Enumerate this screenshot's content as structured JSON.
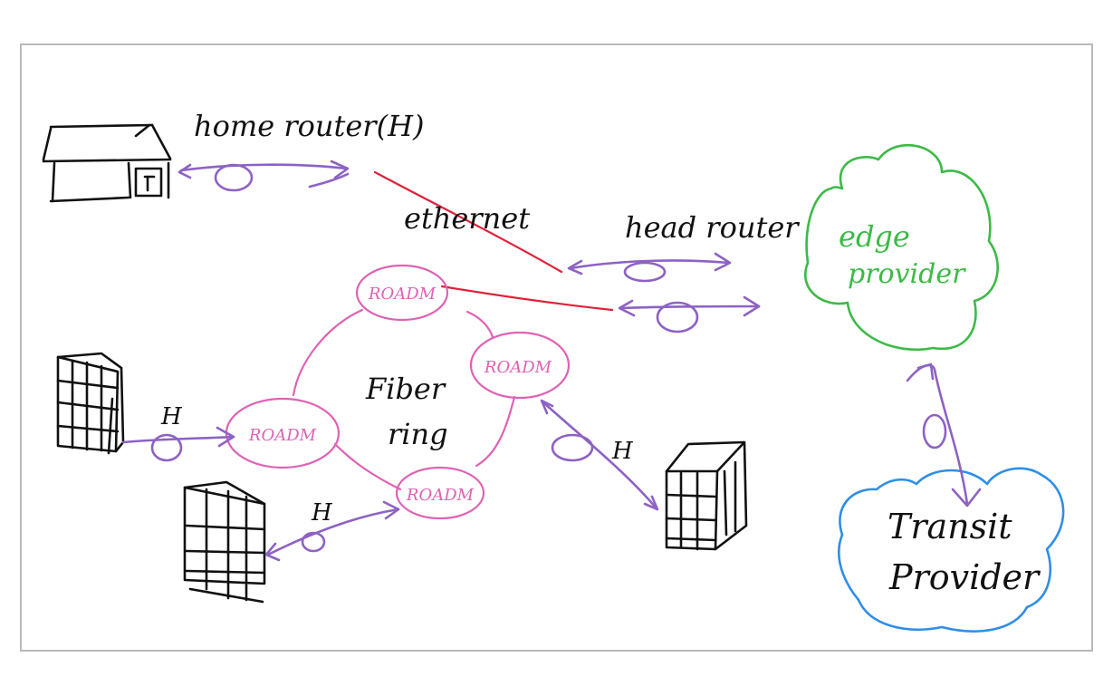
{
  "labels": {
    "home_router": "home router(H)",
    "ethernet": "ethernet",
    "head_router": "head router",
    "fiber_ring_line1": "Fiber",
    "fiber_ring_line2": "ring",
    "edge_provider_line1": "edge",
    "edge_provider_line2": "provider",
    "transit_provider_line1": "Transit",
    "transit_provider_line2": "Provider",
    "h_left": "H",
    "h_bottom": "H",
    "h_right": "H"
  },
  "roadm_nodes": [
    "ROADM",
    "ROADM",
    "ROADM",
    "ROADM"
  ],
  "colors": {
    "router_link": "#8d62c4",
    "roadm": "#df62b5",
    "ethernet_link": "#e0203a",
    "edge_provider": "#3cba47",
    "transit_provider": "#2f8ee6",
    "ink": "#111111"
  }
}
